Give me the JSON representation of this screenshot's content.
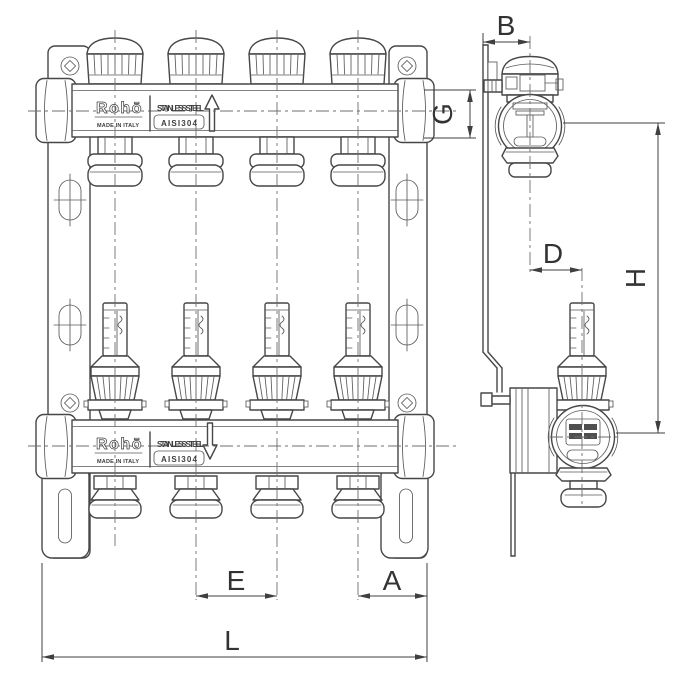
{
  "brand": {
    "logo": "Rohō",
    "origin": "MADE IN ITALY",
    "material": "STAINLESS STEEL",
    "grade": "AISI304"
  },
  "dimensions": {
    "B": "B",
    "G": "G",
    "D": "D",
    "H": "H",
    "E": "E",
    "A": "A",
    "L": "L"
  },
  "drawing": {
    "circuits": 4,
    "flow_direction_top": "up",
    "flow_direction_bottom": "down"
  },
  "colors": {
    "line": "#474747",
    "background": "#ffffff"
  }
}
